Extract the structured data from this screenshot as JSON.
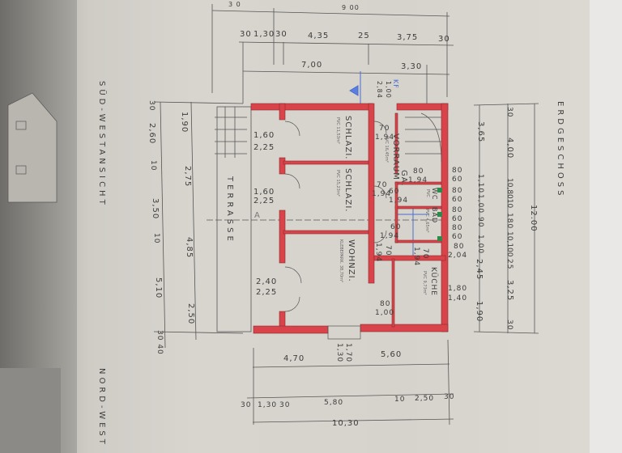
{
  "titles": {
    "floor": "ERDGESCHOSS",
    "elevation_left": "SÜD-WESTANSICHT",
    "elevation_bottom": "NORD-WEST",
    "terrace": "TERRASSE",
    "section_mark": "A"
  },
  "rooms": [
    {
      "name": "SCHLAZI.",
      "sub": "PVC 11,53m²"
    },
    {
      "name": "SCHLAZI.",
      "sub": "PVC 15,23m²"
    },
    {
      "name": "WOHNZI.",
      "sub": "KLEBEPARK. 38,70m²"
    },
    {
      "name": "VORRAUM",
      "sub": "PVC 16,45m²"
    },
    {
      "name": "GA."
    },
    {
      "name": "WC",
      "sub": "PVC"
    },
    {
      "name": "BAD",
      "sub": "PVC 4,65m²"
    },
    {
      "name": "KÜCHE",
      "sub": "PVC 9,73m²"
    }
  ],
  "top_dims": {
    "overall": [
      "3 0",
      "9 00"
    ],
    "detail": [
      "30",
      "1,30",
      "30",
      "4,35",
      "25",
      "3,75",
      "30"
    ],
    "mid": [
      "7,00",
      "3,30"
    ],
    "entrance": [
      "KF",
      "1,00",
      "2,84"
    ]
  },
  "right_dims": {
    "inner": [
      "3,65",
      "1,10",
      "1,00",
      "90",
      "1,00",
      "2,45",
      "1,90"
    ],
    "middle": [
      "30",
      "4,00",
      "10,8010",
      "180",
      "10,100",
      "25",
      "3,25",
      "30"
    ],
    "overall": "12.00"
  },
  "left_dims": {
    "outer": [
      "30",
      "2,60",
      "10",
      "3,50",
      "10",
      "5,10",
      "30 40"
    ],
    "inner": [
      "1,90",
      "2,75",
      "4,85",
      "2,50"
    ]
  },
  "bottom_dims": {
    "window": [
      "1,70",
      "1,30"
    ],
    "mid": [
      "4,70",
      "5,60"
    ],
    "detail": [
      "30",
      "1,30",
      "30",
      "5,80",
      "10",
      "2,50",
      "30"
    ],
    "overall": "10,30"
  },
  "windows": [
    [
      "1,60",
      "2,25"
    ],
    [
      "1,60",
      "2,25"
    ],
    [
      "2,40",
      "2,25"
    ]
  ],
  "doors": [
    [
      "70",
      "1,94"
    ],
    [
      "80",
      "1,94"
    ],
    [
      "70",
      "1,94"
    ],
    [
      "60",
      "1,94"
    ],
    [
      "60",
      "1,94"
    ],
    [
      "70",
      "1,94"
    ],
    [
      "70",
      "1,94"
    ],
    [
      "80",
      "1,00"
    ]
  ],
  "exterior_openings": [
    [
      "80",
      "60"
    ],
    [
      "80",
      "60"
    ],
    [
      "80",
      "60"
    ],
    [
      "80",
      "60"
    ],
    [
      "80",
      "2,04"
    ],
    [
      "1,80",
      "1,40"
    ]
  ],
  "colors": {
    "wall": "#d9434a",
    "paper": "#d8d5cf",
    "ink": "#3d3d3d"
  }
}
